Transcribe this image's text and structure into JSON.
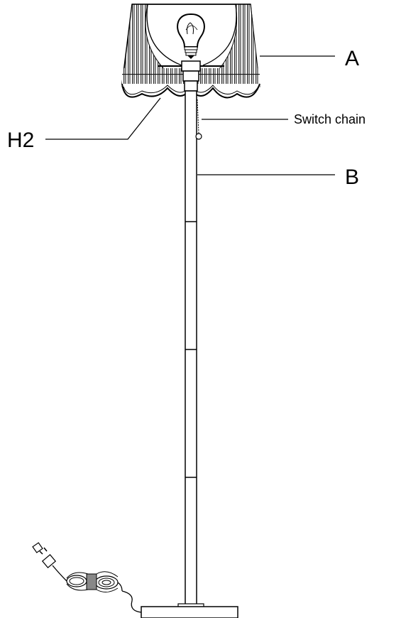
{
  "diagram": {
    "callouts": {
      "shade": "A",
      "pole": "B",
      "harp": "H2",
      "chain": "Switch chain"
    }
  },
  "colors": {
    "line": "#000000",
    "background": "#ffffff"
  }
}
